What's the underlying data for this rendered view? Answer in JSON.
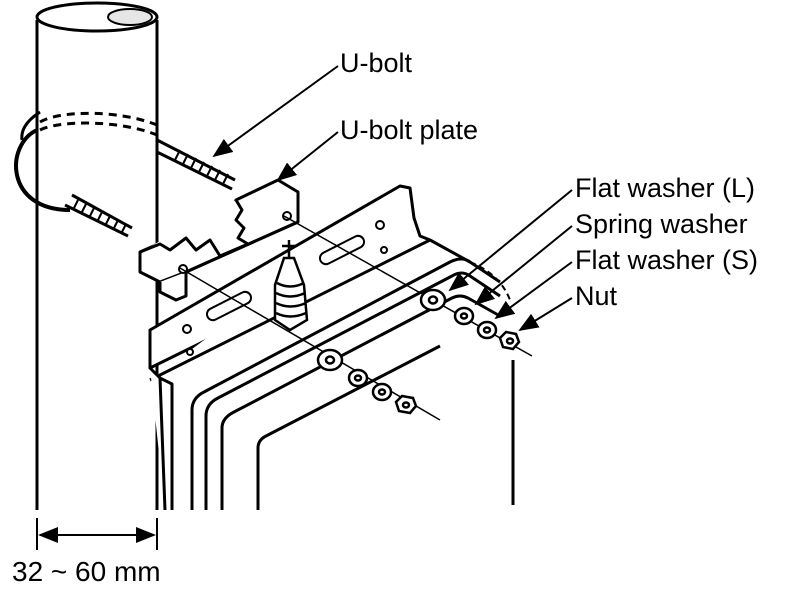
{
  "labels": {
    "u_bolt": "U-bolt",
    "u_bolt_plate": "U-bolt plate",
    "flat_washer_large": "Flat washer (L)",
    "spring_washer": "Spring washer",
    "flat_washer_small": "Flat washer (S)",
    "nut": "Nut"
  },
  "dimension": {
    "pipe_diameter": "32 ~ 60 mm"
  },
  "colors": {
    "line": "#000000",
    "fill": "#ffffff",
    "shade": "#e6e6e6"
  }
}
